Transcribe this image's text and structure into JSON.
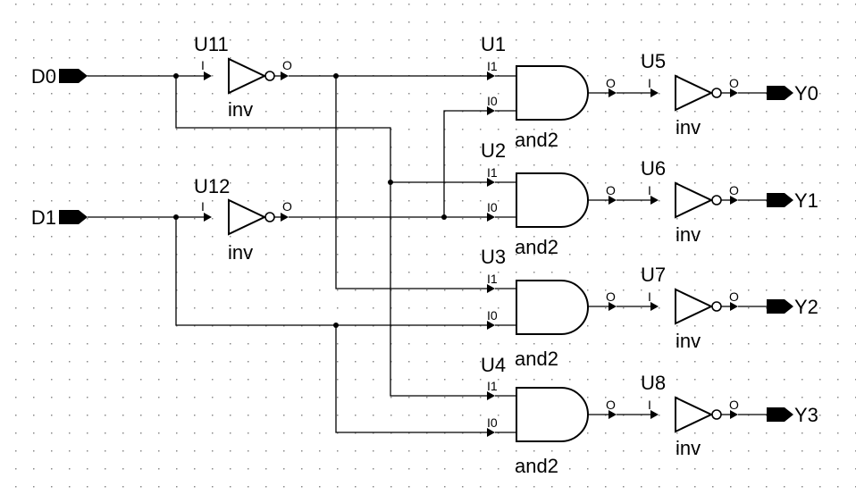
{
  "ports": {
    "d0": "D0",
    "d1": "D1",
    "y0": "Y0",
    "y1": "Y1",
    "y2": "Y2",
    "y3": "Y3"
  },
  "gates": {
    "u11": {
      "ref": "U11",
      "cell": "inv",
      "in_pin": "I",
      "out_pin": "O"
    },
    "u12": {
      "ref": "U12",
      "cell": "inv",
      "in_pin": "I",
      "out_pin": "O"
    },
    "u1": {
      "ref": "U1",
      "cell": "and2",
      "in1_pin": "I1",
      "in0_pin": "I0",
      "out_pin": "O"
    },
    "u2": {
      "ref": "U2",
      "cell": "and2",
      "in1_pin": "I1",
      "in0_pin": "I0",
      "out_pin": "O"
    },
    "u3": {
      "ref": "U3",
      "cell": "and2",
      "in1_pin": "I1",
      "in0_pin": "I0",
      "out_pin": "O"
    },
    "u4": {
      "ref": "U4",
      "cell": "and2",
      "in1_pin": "I1",
      "in0_pin": "I0",
      "out_pin": "O"
    },
    "u5": {
      "ref": "U5",
      "cell": "inv",
      "in_pin": "I",
      "out_pin": "O"
    },
    "u6": {
      "ref": "U6",
      "cell": "inv",
      "in_pin": "I",
      "out_pin": "O"
    },
    "u7": {
      "ref": "U7",
      "cell": "inv",
      "in_pin": "I",
      "out_pin": "O"
    },
    "u8": {
      "ref": "U8",
      "cell": "inv",
      "in_pin": "I",
      "out_pin": "O"
    }
  }
}
